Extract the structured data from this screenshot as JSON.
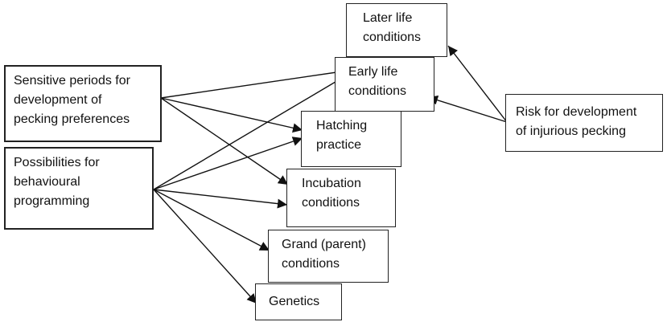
{
  "boxes": {
    "sensitive": "Sensitive periods for\ndevelopment of\npecking preferences",
    "possibilities": "Possibilities for\nbehavioural\nprogramming",
    "later_life": "Later life\nconditions",
    "early_life": "Early life\nconditions",
    "hatching": "Hatching\npractice",
    "incubation": "Incubation\nconditions",
    "grand_parent": "Grand (parent)\nconditions",
    "genetics": "Genetics",
    "risk": "Risk for development\nof injurious pecking"
  },
  "arrows": [
    {
      "from": "sensitive",
      "to": "early_life"
    },
    {
      "from": "sensitive",
      "to": "hatching"
    },
    {
      "from": "sensitive",
      "to": "incubation"
    },
    {
      "from": "possibilities",
      "to": "early_life"
    },
    {
      "from": "possibilities",
      "to": "hatching"
    },
    {
      "from": "possibilities",
      "to": "incubation"
    },
    {
      "from": "possibilities",
      "to": "grand_parent"
    },
    {
      "from": "possibilities",
      "to": "genetics"
    },
    {
      "from": "risk",
      "to": "later_life"
    },
    {
      "from": "risk",
      "to": "early_life"
    }
  ]
}
